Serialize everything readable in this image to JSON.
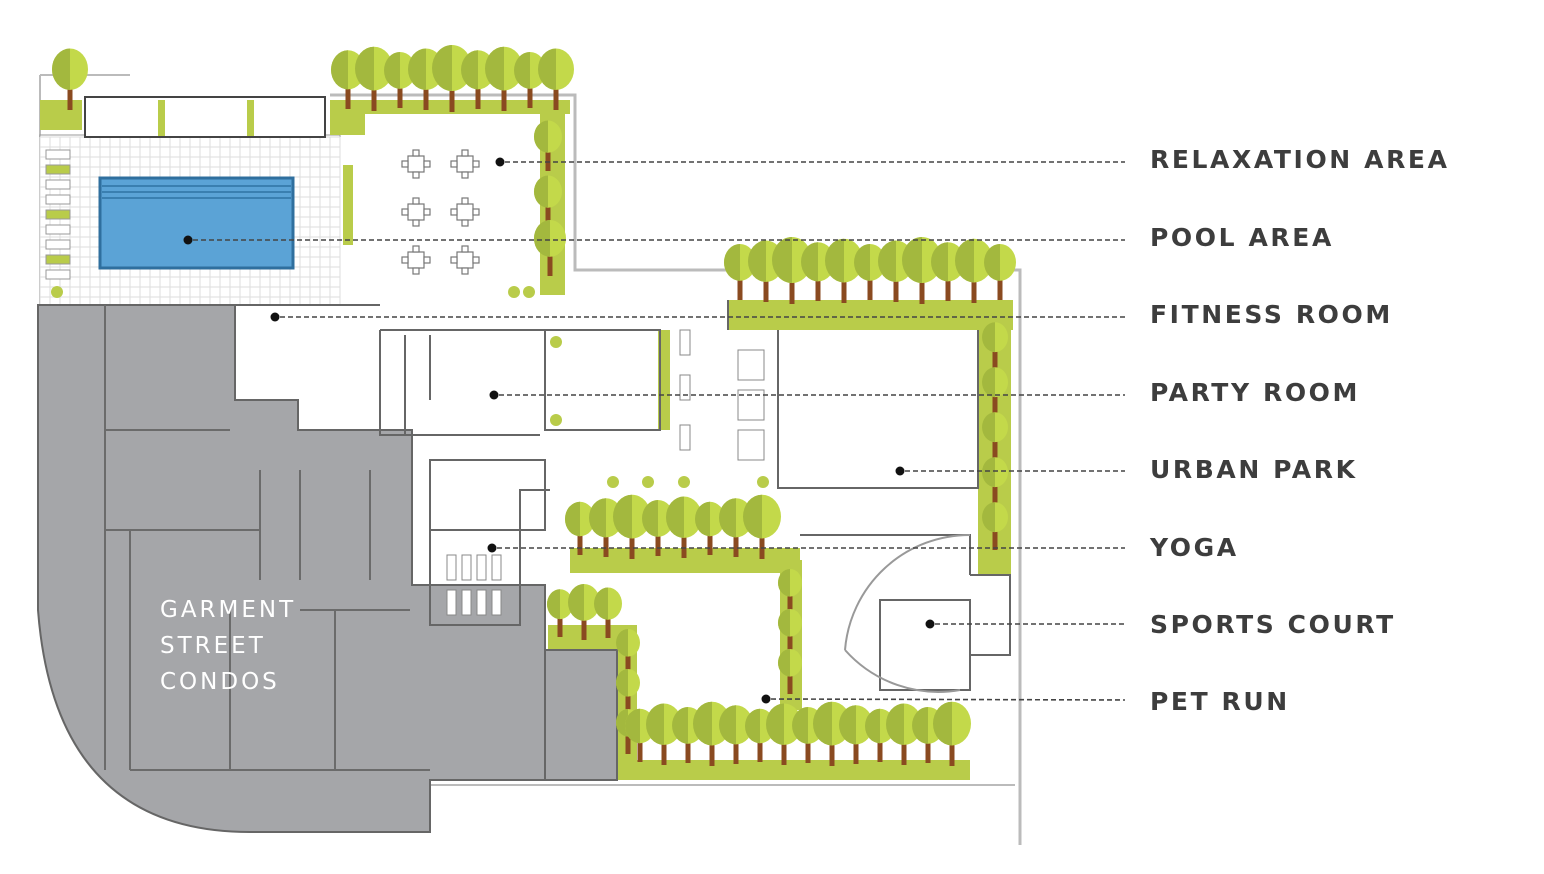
{
  "legend": [
    {
      "label": "RELAXATION AREA"
    },
    {
      "label": "POOL AREA"
    },
    {
      "label": "FITNESS ROOM"
    },
    {
      "label": "PARTY ROOM"
    },
    {
      "label": "URBAN PARK"
    },
    {
      "label": "YOGA"
    },
    {
      "label": "SPORTS COURT"
    },
    {
      "label": "PET RUN"
    }
  ],
  "building": {
    "lines": [
      "GARMENT",
      "STREET",
      "CONDOS"
    ]
  },
  "colors": {
    "building": "#a5a6a9",
    "planter": "#b9cc4a",
    "tree_light": "#c3d94a",
    "tree_dark": "#a3b83e",
    "trunk": "#8a4a20",
    "pool": "#5ba3d6",
    "pool_edge": "#2f6f9e",
    "text": "#3d3d3d",
    "wall": "#555555"
  }
}
